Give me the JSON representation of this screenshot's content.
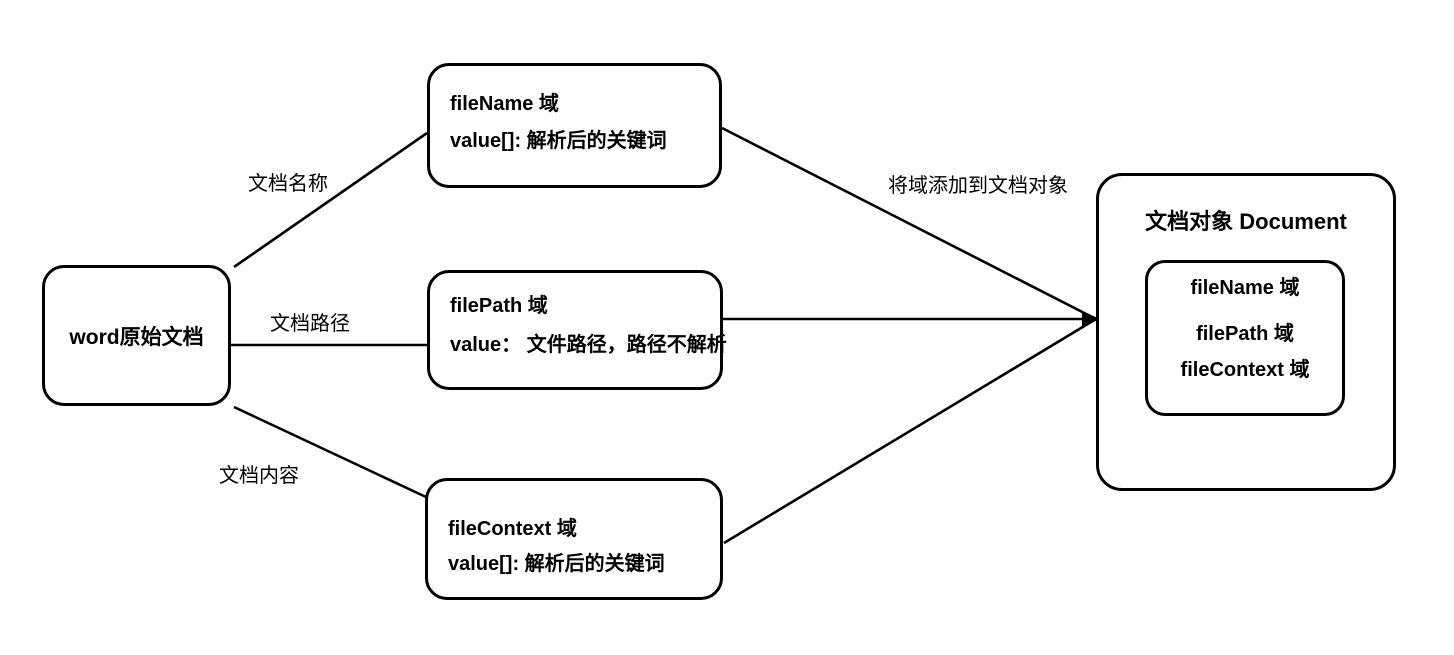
{
  "nodes": {
    "word": {
      "label": "word原始文档"
    },
    "fileName": {
      "title": "fileName 域",
      "value": "value[]: 解析后的关键词"
    },
    "filePath": {
      "title": "filePath 域",
      "value": "value： 文件路径，路径不解析"
    },
    "fileContext": {
      "title": "fileContext 域",
      "value": "value[]: 解析后的关键词"
    },
    "document": {
      "title": "文档对象 Document",
      "fields": [
        "fileName 域",
        "filePath 域",
        "fileContext 域"
      ]
    }
  },
  "edges": {
    "labels": {
      "docName": "文档名称",
      "docPath": "文档路径",
      "docContent": "文档内容",
      "addField": "将域添加到文档对象"
    }
  },
  "colors": {
    "background": "#ffffff",
    "stroke": "#000000",
    "text": "#000000"
  }
}
